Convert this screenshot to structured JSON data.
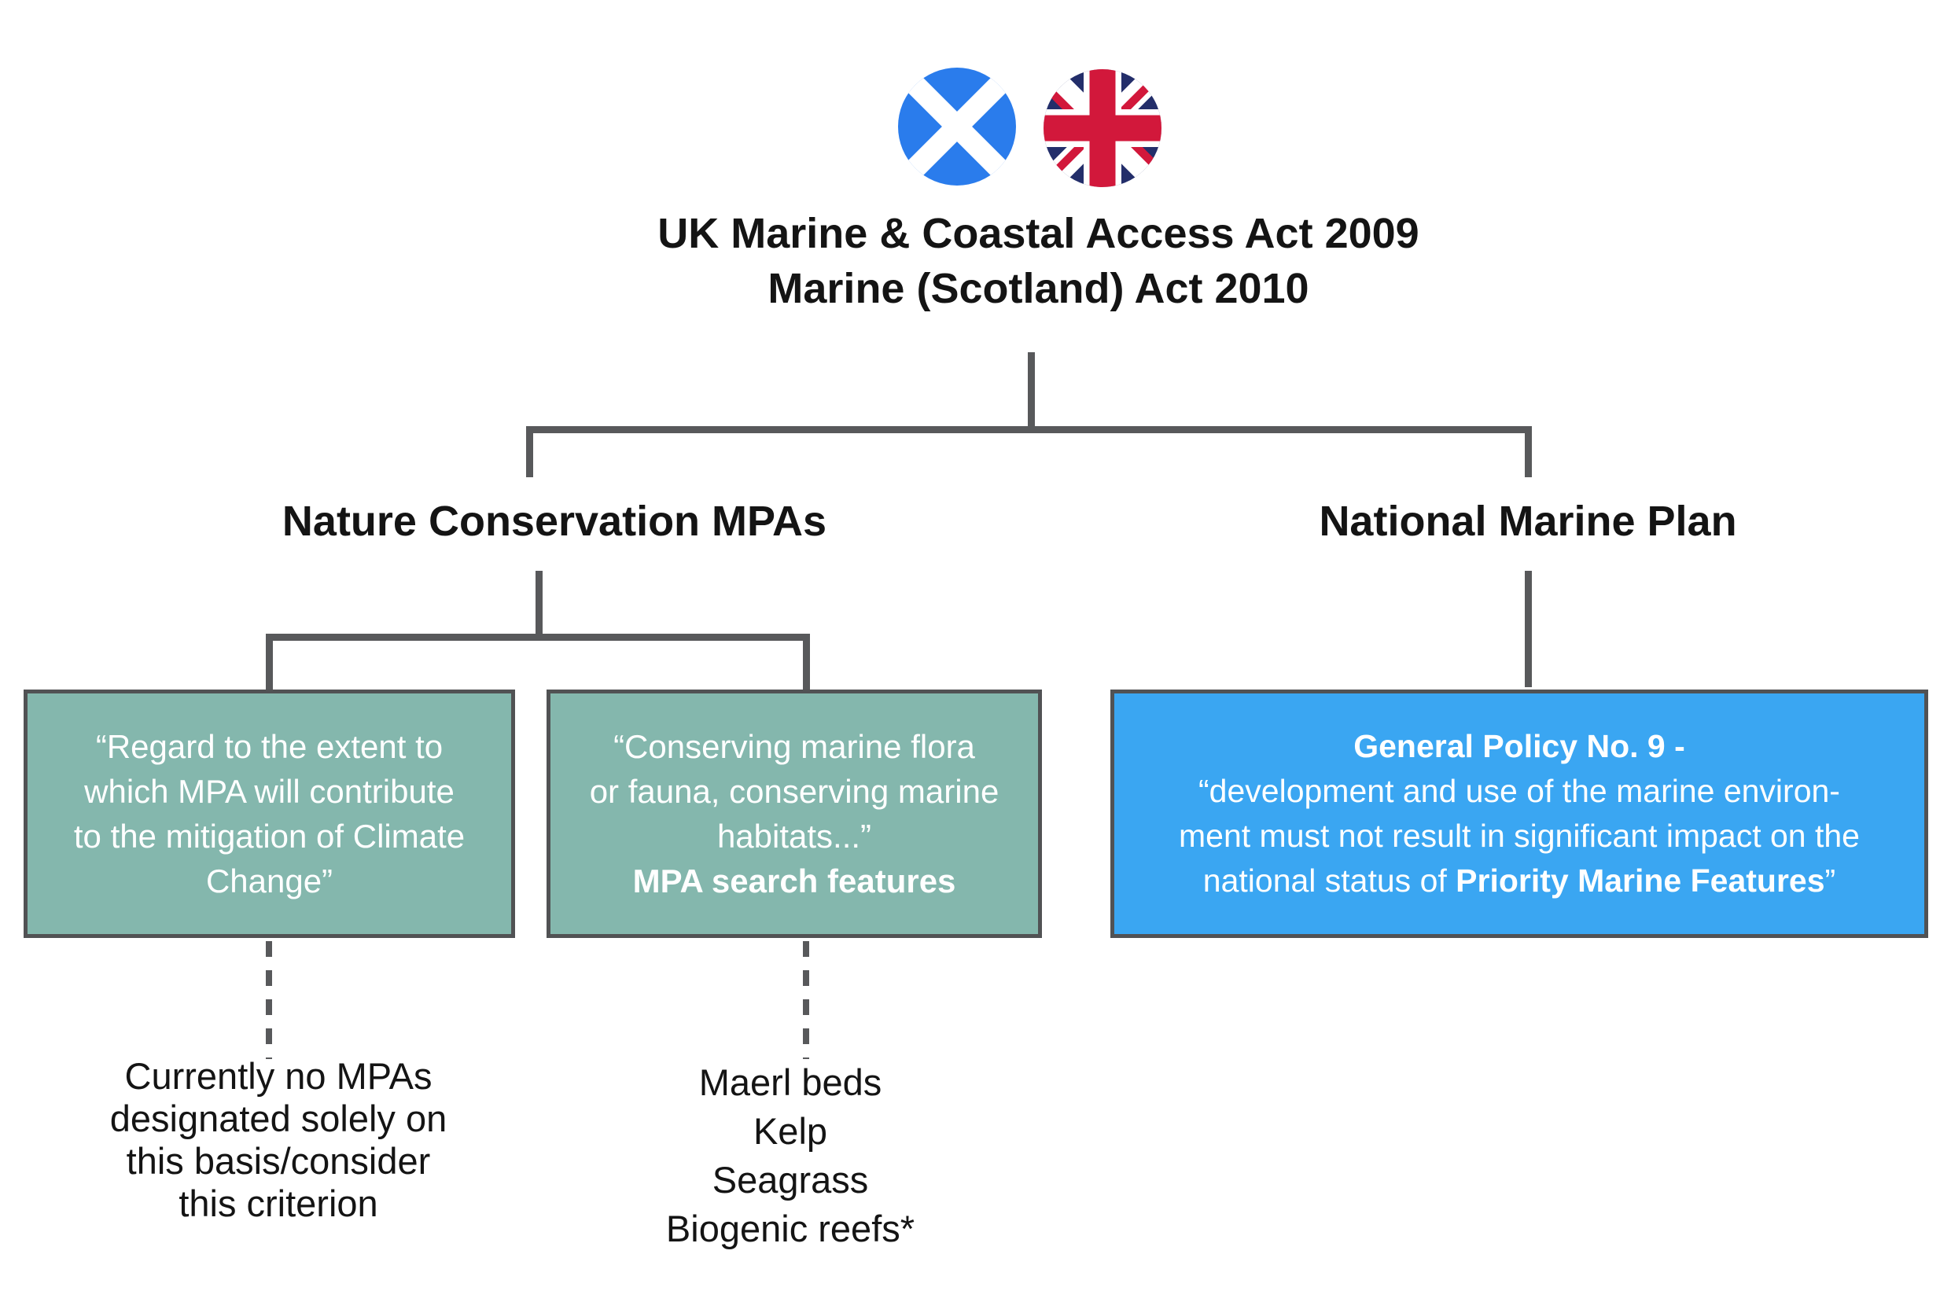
{
  "header": {
    "flags": [
      {
        "name": "scotland-flag"
      },
      {
        "name": "uk-flag"
      }
    ],
    "title_lines": [
      "UK Marine & Coastal Access Act 2009",
      "Marine (Scotland) Act 2010"
    ]
  },
  "branches": {
    "left": {
      "label": "Nature Conservation MPAs"
    },
    "right": {
      "label": "National Marine Plan"
    }
  },
  "boxes": {
    "climate": {
      "lines": [
        "“Regard to the extent to",
        "which MPA will contribute",
        "to the mitigation of Climate",
        "Change”"
      ]
    },
    "conserving": {
      "lines": [
        "“Conserving marine flora",
        "or fauna, conserving marine",
        "habitats...”"
      ],
      "bold_line": "MPA search features"
    },
    "policy": {
      "title": "General Policy No. 9 -",
      "line1": "“development and use of the marine environ-",
      "line2": "ment must not result in significant impact on the",
      "line3_prefix": "national status of ",
      "line3_bold": "Priority Marine Features",
      "line3_suffix": "”"
    }
  },
  "notes": {
    "no_mpas": {
      "lines": [
        "Currently no MPAs",
        "designated solely on",
        "this basis/consider",
        "this criterion"
      ]
    },
    "search_features": {
      "items": [
        "Maerl beds",
        "Kelp",
        "Seagrass",
        "Biogenic reefs*"
      ]
    }
  },
  "colors": {
    "teal": "#84b7ad",
    "blue": "#3aa6f2",
    "line": "#58595b",
    "border": "#515254"
  }
}
